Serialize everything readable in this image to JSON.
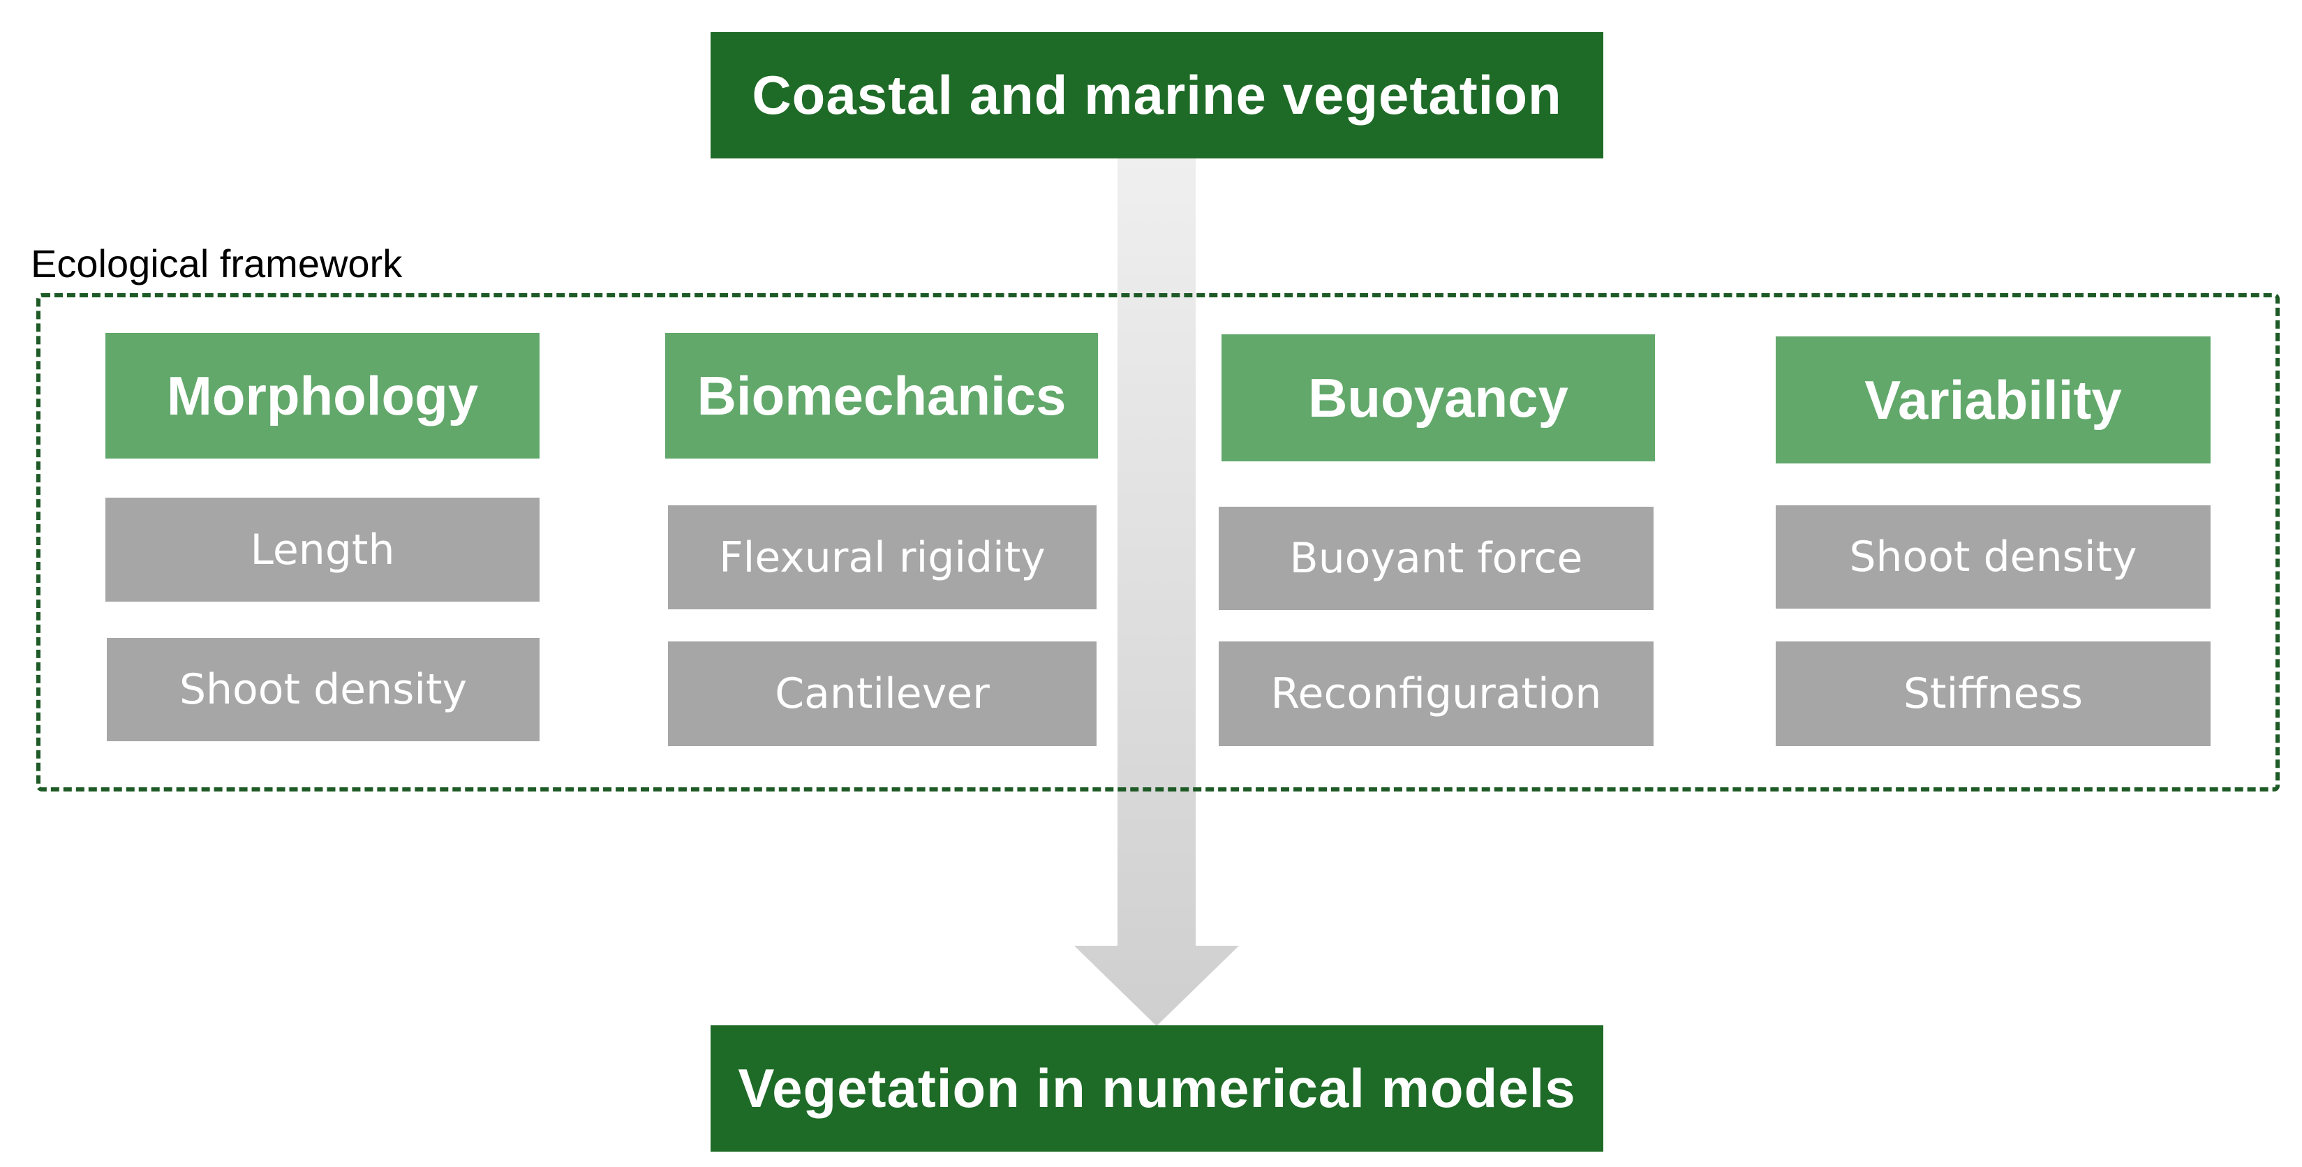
{
  "top_box": {
    "label": "Coastal and marine vegetation"
  },
  "bottom_box": {
    "label": "Vegetation in numerical models"
  },
  "framework": {
    "label": "Ecological framework"
  },
  "columns": [
    {
      "heading": "Morphology",
      "items": [
        "Length",
        "Shoot density"
      ]
    },
    {
      "heading": "Biomechanics",
      "items": [
        "Flexural rigidity",
        "Cantilever"
      ]
    },
    {
      "heading": "Buoyancy",
      "items": [
        "Buoyant force",
        "Reconfiguration"
      ]
    },
    {
      "heading": "Variability",
      "items": [
        "Shoot density",
        "Stiffness"
      ]
    }
  ],
  "colors": {
    "dark_green": "#1e6b27",
    "light_green": "#62a86b",
    "gray_box": "#a6a6a6",
    "arrow": "#d9d9d9",
    "frame": "#1e5a26"
  }
}
